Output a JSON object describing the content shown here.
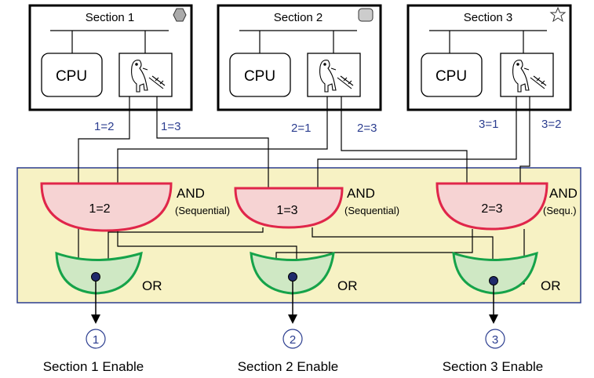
{
  "sections": [
    {
      "title": "Section 1",
      "cpu_label": "CPU",
      "badge_icon": "hexagon-icon",
      "links": [
        "1=2",
        "1=3"
      ]
    },
    {
      "title": "Section 2",
      "cpu_label": "CPU",
      "badge_icon": "rounded-square-icon",
      "links": [
        "2=1",
        "2=3"
      ]
    },
    {
      "title": "Section 3",
      "cpu_label": "CPU",
      "badge_icon": "star-icon",
      "links": [
        "3=1",
        "3=2"
      ]
    }
  ],
  "and_gates": [
    {
      "label": "1=2",
      "type": "AND",
      "mode": "(Sequential)"
    },
    {
      "label": "1=3",
      "type": "AND",
      "mode": "(Sequential)"
    },
    {
      "label": "2=3",
      "type": "AND",
      "mode": "(Sequ.)"
    }
  ],
  "or_gates": [
    {
      "label": "OR"
    },
    {
      "label": "OR"
    },
    {
      "label": "OR"
    }
  ],
  "outputs": [
    {
      "number": "1",
      "label": "Section 1 Enable"
    },
    {
      "number": "2",
      "label": "Section 2 Enable"
    },
    {
      "number": "3",
      "label": "Section 3 Enable"
    }
  ],
  "colors": {
    "panel_fill": "#f7f2c4",
    "panel_border": "#2b3d8f",
    "and_fill": "#f6d3d3",
    "and_stroke": "#e0264a",
    "or_fill": "#cfe8c4",
    "or_stroke": "#16a34a",
    "link_text": "#2b3d8f",
    "node_fill": "#1f2a6b"
  }
}
